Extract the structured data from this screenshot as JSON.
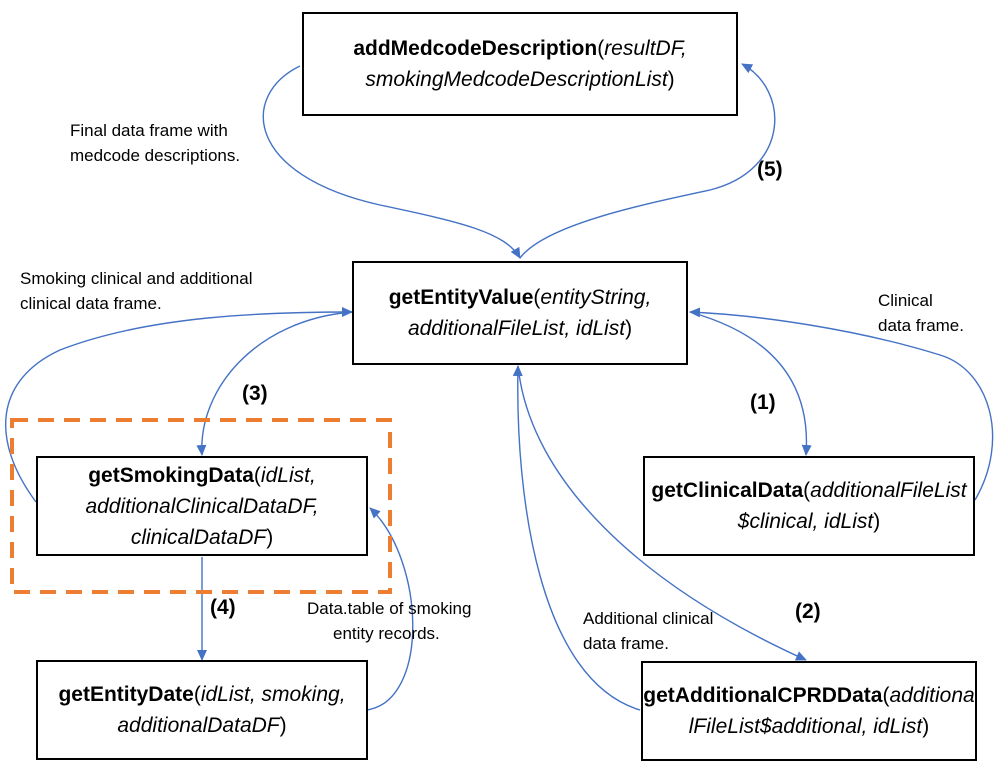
{
  "nodes": {
    "add_medcode": {
      "fn": "addMedcodeDescription",
      "open": "(",
      "args": "resultDF, smokingMedcodeDescriptionList",
      "close": ")"
    },
    "get_entity_value": {
      "fn": "getEntityValue",
      "open": "(",
      "args": "entityString, additionalFileList, idList",
      "close": ")"
    },
    "get_smoking_data": {
      "fn": "getSmokingData",
      "open": "(",
      "args": "idList, additionalClinicalDataDF, clinicalDataDF",
      "close": ")"
    },
    "get_clinical_data": {
      "fn": "getClinicalData",
      "open": "(",
      "args": "additionalFileList$clinical, idList",
      "close": ")"
    },
    "get_entity_date": {
      "fn": "getEntityDate",
      "open": "(",
      "args": "idList, smoking, additionalDataDF",
      "close": ")"
    },
    "get_additional_cprd": {
      "fn": "getAdditionalCPRDData",
      "open": "(",
      "args": "additionalFileList$additional, idList",
      "close": ")"
    }
  },
  "labels": {
    "final_df": [
      "Final data frame with",
      "medcode descriptions."
    ],
    "smoking_clinical": [
      "Smoking clinical and additional",
      "clinical data frame."
    ],
    "clinical_df": [
      "Clinical",
      "data frame."
    ],
    "data_table": [
      "Data.table of smoking",
      "entity records."
    ],
    "additional_clinical": [
      "Additional clinical",
      "data frame."
    ]
  },
  "steps": {
    "s1": "(1)",
    "s2": "(2)",
    "s3": "(3)",
    "s4": "(4)",
    "s5": "(5)"
  },
  "colors": {
    "arrow": "#4472C4",
    "highlight": "#ED7D31",
    "border": "#000000"
  }
}
